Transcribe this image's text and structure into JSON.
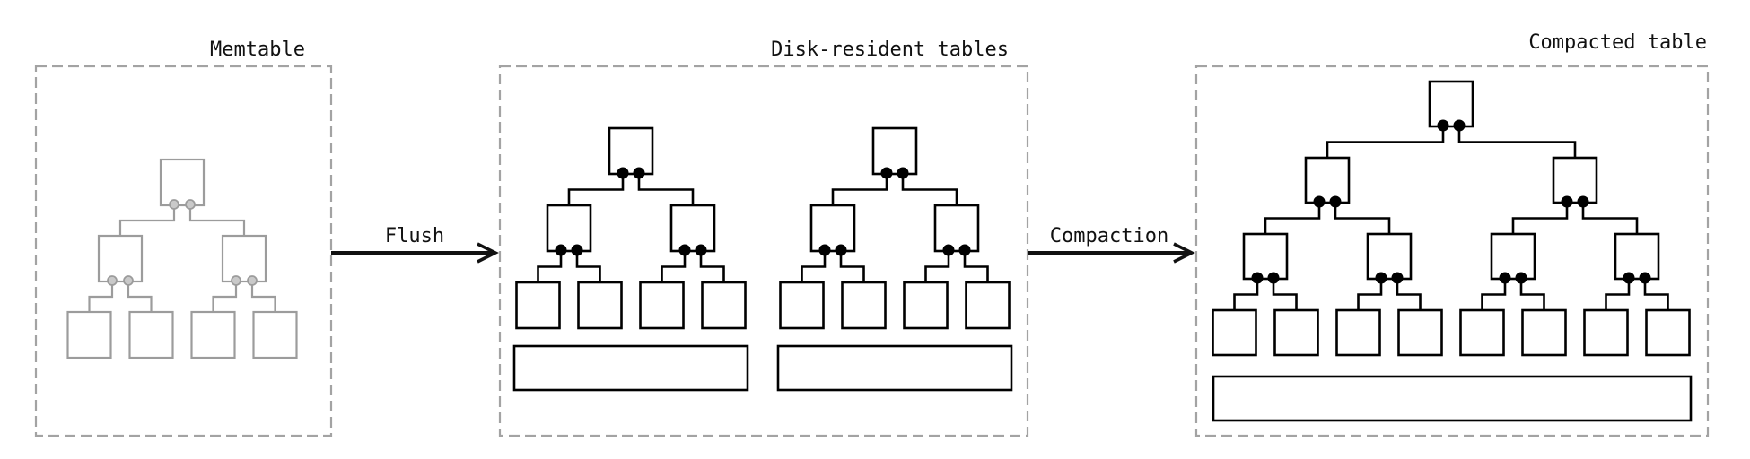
{
  "panels": {
    "memtable": {
      "title": "Memtable",
      "color": "#9c9c9c"
    },
    "disk": {
      "title": "Disk-resident tables",
      "color": "#000000"
    },
    "compacted": {
      "title": "Compacted table",
      "color": "#000000"
    }
  },
  "arrows": {
    "flush": "Flush",
    "compaction": "Compaction"
  }
}
